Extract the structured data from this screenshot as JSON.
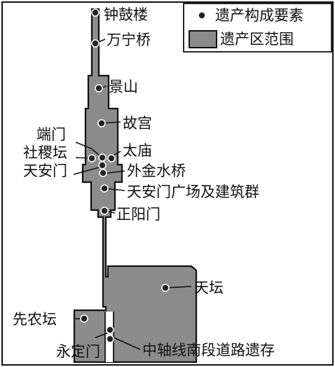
{
  "colors": {
    "area_fill": "#8c8c8c",
    "outline": "#111111",
    "site_dot": "#222222",
    "site_ring": "#ffffff"
  },
  "legend": {
    "site_label": "遗产构成要素",
    "area_label": "遗产区范围"
  },
  "labels": {
    "zhonggulou": "钟鼓楼",
    "wanningqiao": "万宁桥",
    "jingshan": "景山",
    "gugong": "故宫",
    "duanmen": "端门",
    "shejitan": "社稷坛",
    "taimiao": "太庙",
    "tiananmen": "天安门",
    "waijinshuiqiao": "外金水桥",
    "guangchang": "天安门广场及建筑群",
    "zhengyangmen": "正阳门",
    "tiantan": "天坛",
    "xiannongtan": "先农坛",
    "yongdingmen": "永定门",
    "nanduan": "中轴线南段道路遗存"
  }
}
